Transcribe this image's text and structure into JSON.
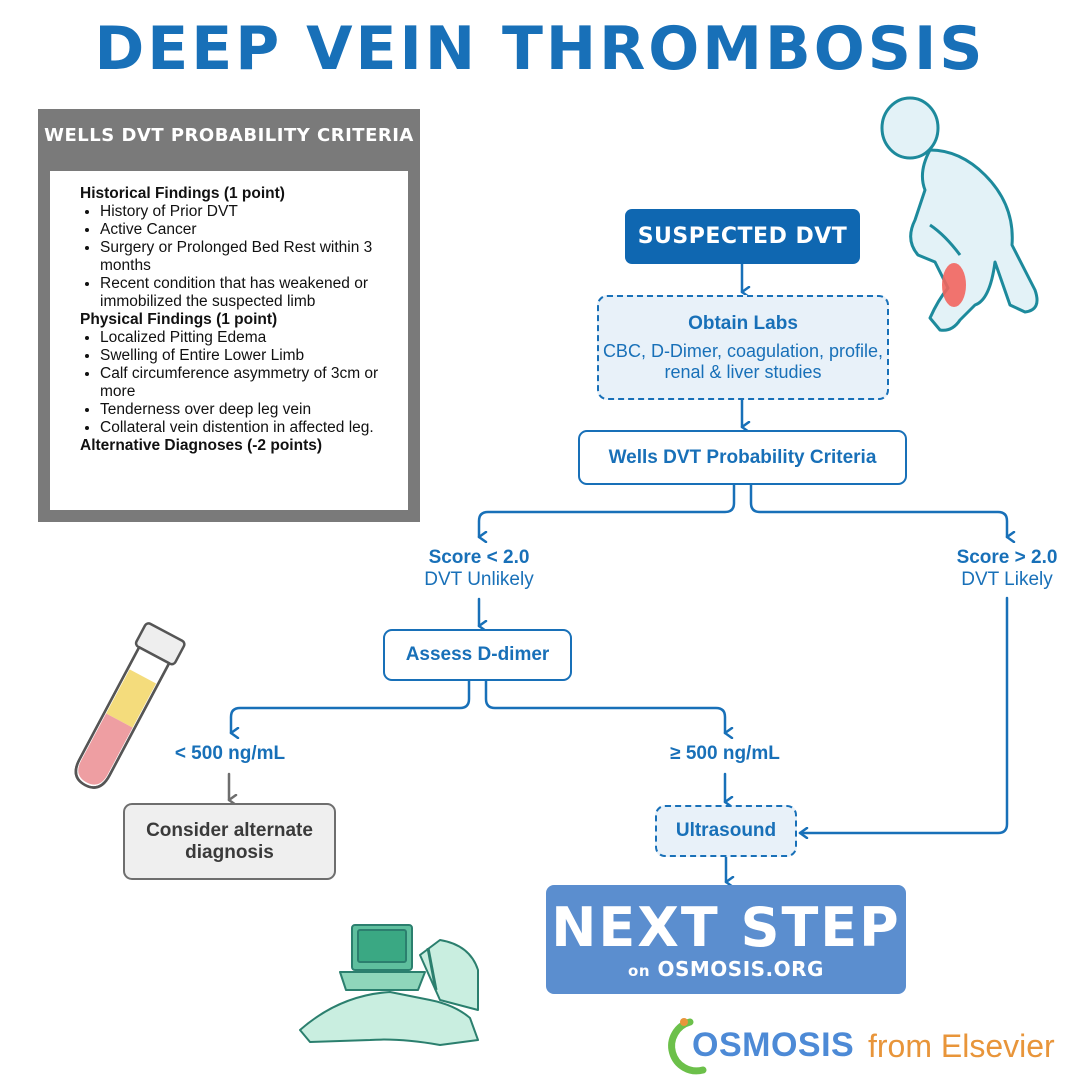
{
  "title": "DEEP VEIN THROMBOSIS",
  "wells_panel": {
    "title": "WELLS DVT PROBABILITY CRITERIA",
    "historical_heading": "Historical Findings (1 point)",
    "historical_items": [
      "History of Prior DVT",
      "Active Cancer",
      "Surgery or Prolonged Bed Rest within 3 months",
      "Recent condition that has weakened or immobilized the suspected limb"
    ],
    "physical_heading": "Physical Findings (1 point)",
    "physical_items": [
      "Localized Pitting Edema",
      "Swelling of Entire Lower Limb",
      "Calf circumference asymmetry of 3cm or more",
      "Tenderness over deep leg vein",
      "Collateral vein distention in affected leg."
    ],
    "alternative_heading": "Alternative Diagnoses (-2 points)"
  },
  "flow": {
    "suspected_dvt": "SUSPECTED DVT",
    "obtain_labs_title": "Obtain Labs",
    "obtain_labs_detail": "CBC, D-Dimer, coagulation, profile, renal & liver studies",
    "wells_criteria": "Wells DVT Probability Criteria",
    "score_low": "Score < 2.0",
    "score_low_sub": "DVT Unlikely",
    "score_high": "Score > 2.0",
    "score_high_sub": "DVT Likely",
    "assess_ddimer": "Assess D-dimer",
    "ddimer_low": "< 500 ng/mL",
    "ddimer_high": "≥ 500 ng/mL",
    "consider_alternate": "Consider alternate diagnosis",
    "ultrasound": "Ultrasound",
    "next_step_title": "NEXT STEP",
    "next_step_on": "on",
    "next_step_site": "OSMOSIS.ORG"
  },
  "brand": {
    "name": "OSMOSIS",
    "suffix": "from Elsevier"
  },
  "colors": {
    "primary_blue": "#1870b8",
    "dark_blue": "#0f67b1",
    "next_step_blue": "#5b8ecf",
    "panel_gray": "#7a7a7a",
    "brand_orange": "#e8953a"
  }
}
